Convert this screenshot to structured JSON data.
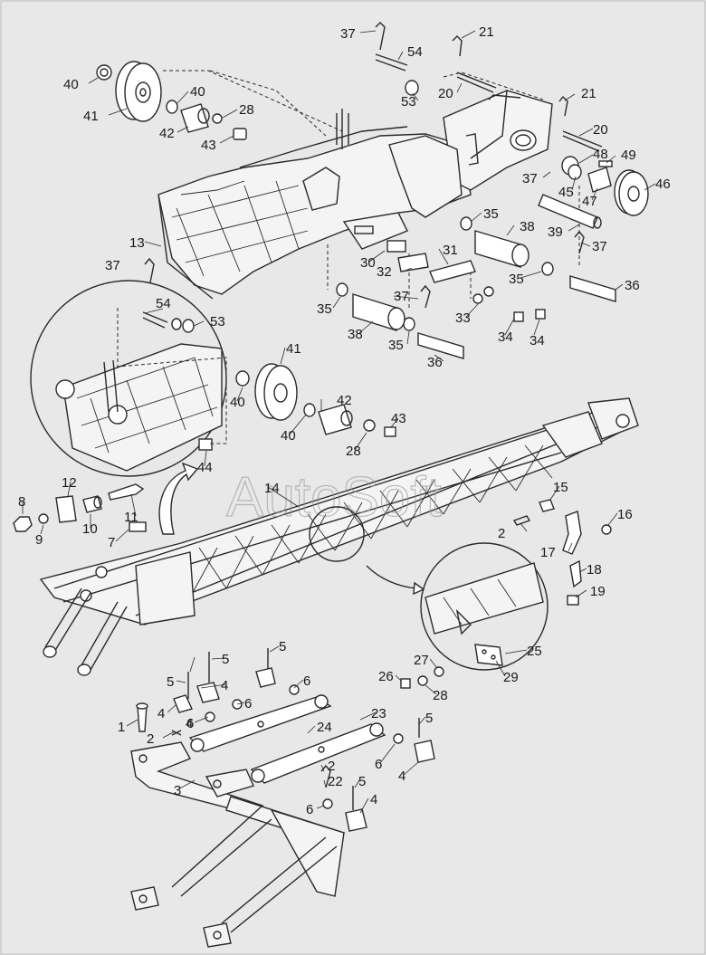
{
  "watermark": "AutoSoft",
  "part_labels": [
    {
      "id": "p37a",
      "text": "37"
    },
    {
      "id": "p54a",
      "text": "54"
    },
    {
      "id": "p21a",
      "text": "21"
    },
    {
      "id": "p20a",
      "text": "20"
    },
    {
      "id": "p53a",
      "text": "53"
    },
    {
      "id": "p21b",
      "text": "21"
    },
    {
      "id": "p20b",
      "text": "20"
    },
    {
      "id": "p40a",
      "text": "40"
    },
    {
      "id": "p40b",
      "text": "40"
    },
    {
      "id": "p41a",
      "text": "41"
    },
    {
      "id": "p28a",
      "text": "28"
    },
    {
      "id": "p42a",
      "text": "42"
    },
    {
      "id": "p43a",
      "text": "43"
    },
    {
      "id": "p48",
      "text": "48"
    },
    {
      "id": "p49",
      "text": "49"
    },
    {
      "id": "p37b",
      "text": "37"
    },
    {
      "id": "p45",
      "text": "45"
    },
    {
      "id": "p47",
      "text": "47"
    },
    {
      "id": "p46",
      "text": "46"
    },
    {
      "id": "p35a",
      "text": "35"
    },
    {
      "id": "p38a",
      "text": "38"
    },
    {
      "id": "p39",
      "text": "39"
    },
    {
      "id": "p37c",
      "text": "37"
    },
    {
      "id": "p13",
      "text": "13"
    },
    {
      "id": "p30",
      "text": "30"
    },
    {
      "id": "p31",
      "text": "31"
    },
    {
      "id": "p32",
      "text": "32"
    },
    {
      "id": "p35b",
      "text": "35"
    },
    {
      "id": "p36a",
      "text": "36"
    },
    {
      "id": "p37d",
      "text": "37"
    },
    {
      "id": "p54b",
      "text": "54"
    },
    {
      "id": "p53b",
      "text": "53"
    },
    {
      "id": "p35c",
      "text": "35"
    },
    {
      "id": "p37e",
      "text": "37"
    },
    {
      "id": "p33",
      "text": "33"
    },
    {
      "id": "p34a",
      "text": "34"
    },
    {
      "id": "p34b",
      "text": "34"
    },
    {
      "id": "p38b",
      "text": "38"
    },
    {
      "id": "p35d",
      "text": "35"
    },
    {
      "id": "p36b",
      "text": "36"
    },
    {
      "id": "p41b",
      "text": "41"
    },
    {
      "id": "p42b",
      "text": "42"
    },
    {
      "id": "p40c",
      "text": "40"
    },
    {
      "id": "p43b",
      "text": "43"
    },
    {
      "id": "p40d",
      "text": "40"
    },
    {
      "id": "p28b",
      "text": "28"
    },
    {
      "id": "p44",
      "text": "44"
    },
    {
      "id": "p12",
      "text": "12"
    },
    {
      "id": "p14",
      "text": "14"
    },
    {
      "id": "p15",
      "text": "15"
    },
    {
      "id": "p8",
      "text": "8"
    },
    {
      "id": "p9",
      "text": "9"
    },
    {
      "id": "p10",
      "text": "10"
    },
    {
      "id": "p11",
      "text": "11"
    },
    {
      "id": "p16",
      "text": "16"
    },
    {
      "id": "p2a",
      "text": "2"
    },
    {
      "id": "p7",
      "text": "7"
    },
    {
      "id": "p17",
      "text": "17"
    },
    {
      "id": "p18",
      "text": "18"
    },
    {
      "id": "p19",
      "text": "19"
    },
    {
      "id": "p25",
      "text": "25"
    },
    {
      "id": "p27",
      "text": "27"
    },
    {
      "id": "p29",
      "text": "29"
    },
    {
      "id": "p26",
      "text": "26"
    },
    {
      "id": "p28c",
      "text": "28"
    },
    {
      "id": "p5a",
      "text": "5"
    },
    {
      "id": "p5b",
      "text": "5"
    },
    {
      "id": "p5c",
      "text": "5"
    },
    {
      "id": "p4a",
      "text": "4"
    },
    {
      "id": "p6a",
      "text": "6"
    },
    {
      "id": "p4b",
      "text": "4"
    },
    {
      "id": "p6b",
      "text": "6"
    },
    {
      "id": "p4c",
      "text": "4"
    },
    {
      "id": "p23",
      "text": "23"
    },
    {
      "id": "p1",
      "text": "1"
    },
    {
      "id": "p6c",
      "text": "6"
    },
    {
      "id": "p5d",
      "text": "5"
    },
    {
      "id": "p2b",
      "text": "2"
    },
    {
      "id": "p24",
      "text": "24"
    },
    {
      "id": "p6d",
      "text": "6"
    },
    {
      "id": "p4d",
      "text": "4"
    },
    {
      "id": "p2c",
      "text": "2"
    },
    {
      "id": "p22",
      "text": "22"
    },
    {
      "id": "p5e",
      "text": "5"
    },
    {
      "id": "p3",
      "text": "3"
    },
    {
      "id": "p6e",
      "text": "6"
    },
    {
      "id": "p4e",
      "text": "4"
    }
  ]
}
